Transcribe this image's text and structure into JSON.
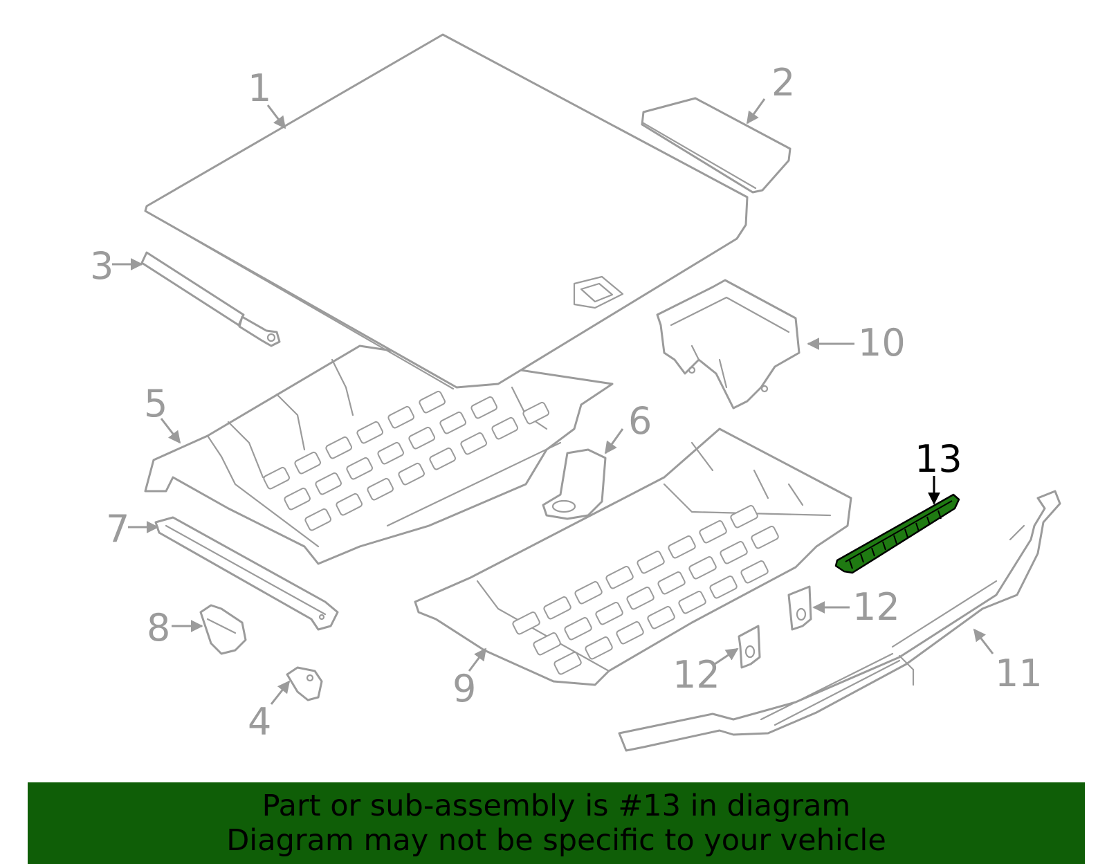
{
  "callouts": {
    "c1": "1",
    "c2": "2",
    "c3": "3",
    "c4": "4",
    "c5": "5",
    "c6": "6",
    "c7": "7",
    "c8": "8",
    "c9": "9",
    "c10": "10",
    "c11": "11",
    "c12a": "12",
    "c12b": "12",
    "c13": "13"
  },
  "highlight_color": "#1f7a12",
  "banner": {
    "line1": "Part or sub-assembly is #13 in diagram",
    "line2": "Diagram may not be specific to your vehicle",
    "background": "#0f5e07"
  }
}
